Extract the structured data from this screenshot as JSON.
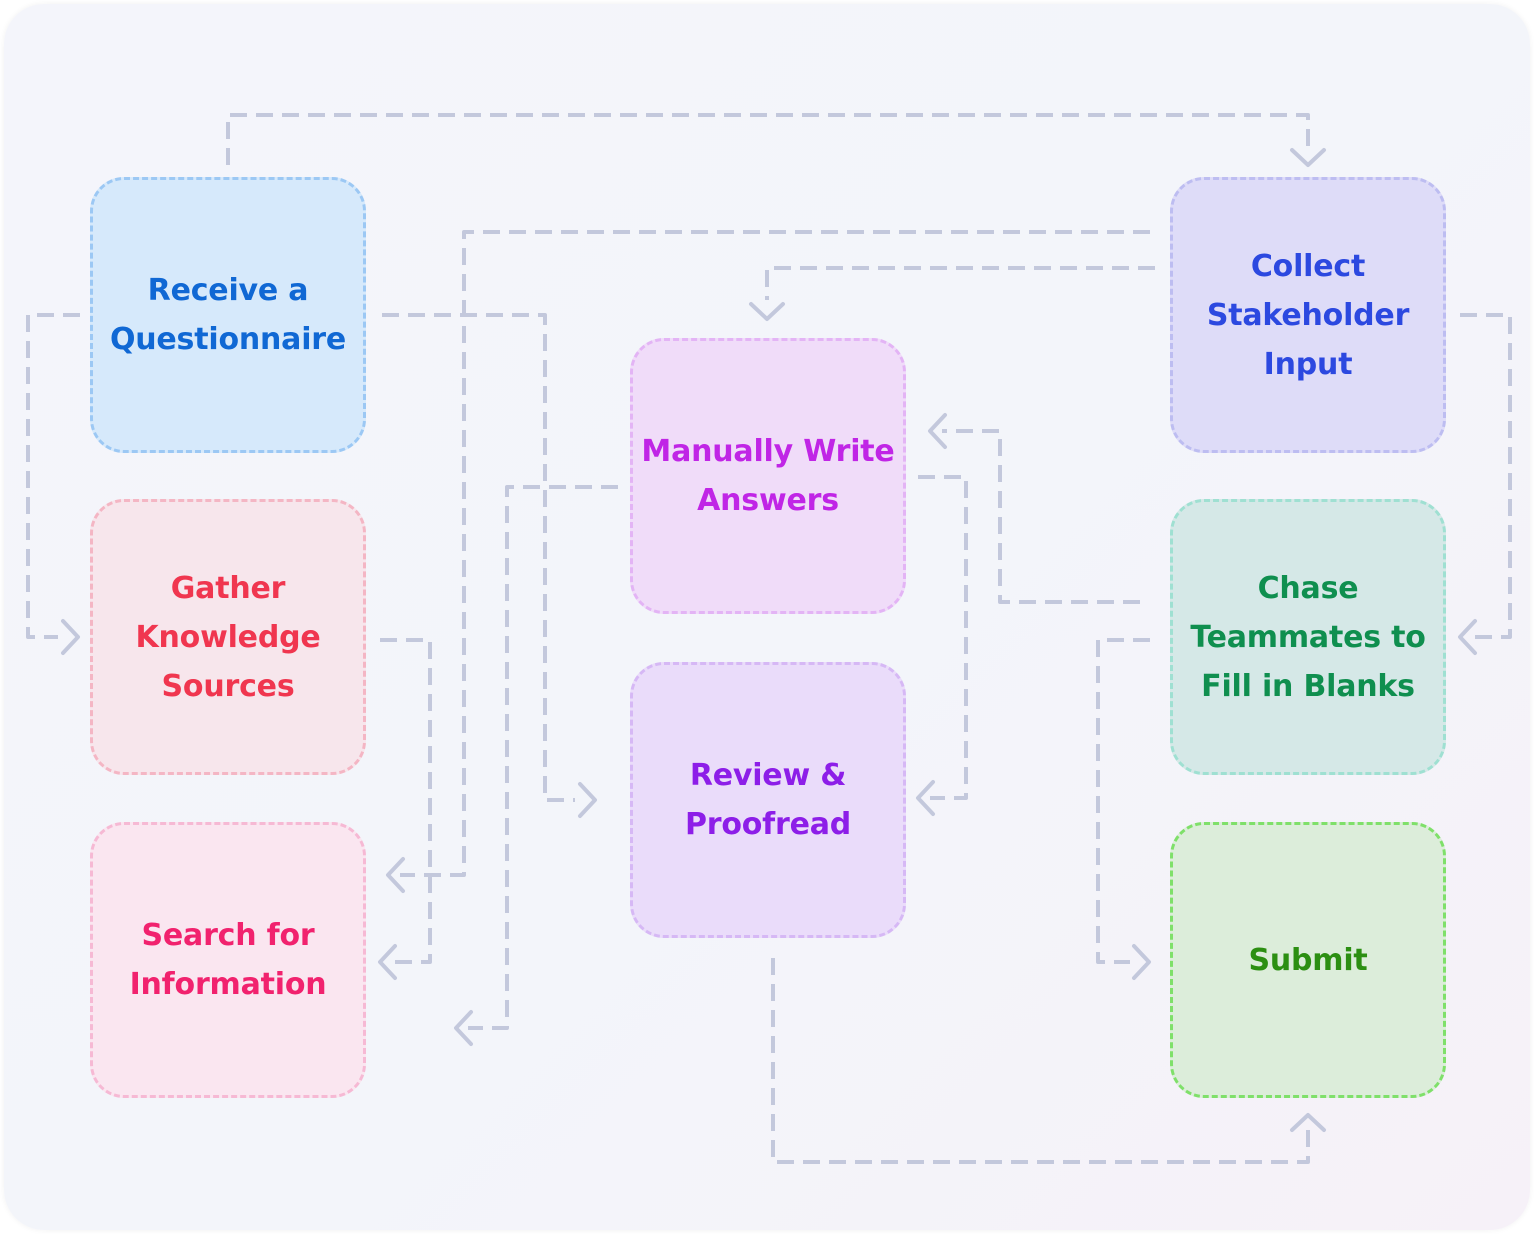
{
  "nodes": [
    {
      "id": "receive",
      "label": "Receive a\nQuestionnaire",
      "fill": "#d6e9fb",
      "border": "#9cc8f4",
      "text": "#1068d4"
    },
    {
      "id": "gather",
      "label": "Gather\nKnowledge\nSources",
      "fill": "#f7e6ec",
      "border": "#f4b6c4",
      "text": "#f0364f"
    },
    {
      "id": "search",
      "label": "Search for\nInformation",
      "fill": "#fae6f0",
      "border": "#f6b9d4",
      "text": "#f1226e"
    },
    {
      "id": "manual",
      "label": "Manually Write\nAnswers",
      "fill": "#f0dcf9",
      "border": "#e3b4f5",
      "text": "#c025e6"
    },
    {
      "id": "review",
      "label": "Review &\nProofread",
      "fill": "#eadcfa",
      "border": "#d6b8f5",
      "text": "#8d1ee8"
    },
    {
      "id": "collect",
      "label": "Collect\nStakeholder\nInput",
      "fill": "#dedcf8",
      "border": "#bdbdf1",
      "text": "#2c49e0"
    },
    {
      "id": "chase",
      "label": "Chase\nTeammates to\nFill in Blanks",
      "fill": "#d5e8e7",
      "border": "#9fe0d2",
      "text": "#0f8f4f"
    },
    {
      "id": "submit",
      "label": "Submit",
      "fill": "#dcedda",
      "border": "#7fe06a",
      "text": "#2c8f12"
    }
  ],
  "connector_color": "#c3c8dc"
}
